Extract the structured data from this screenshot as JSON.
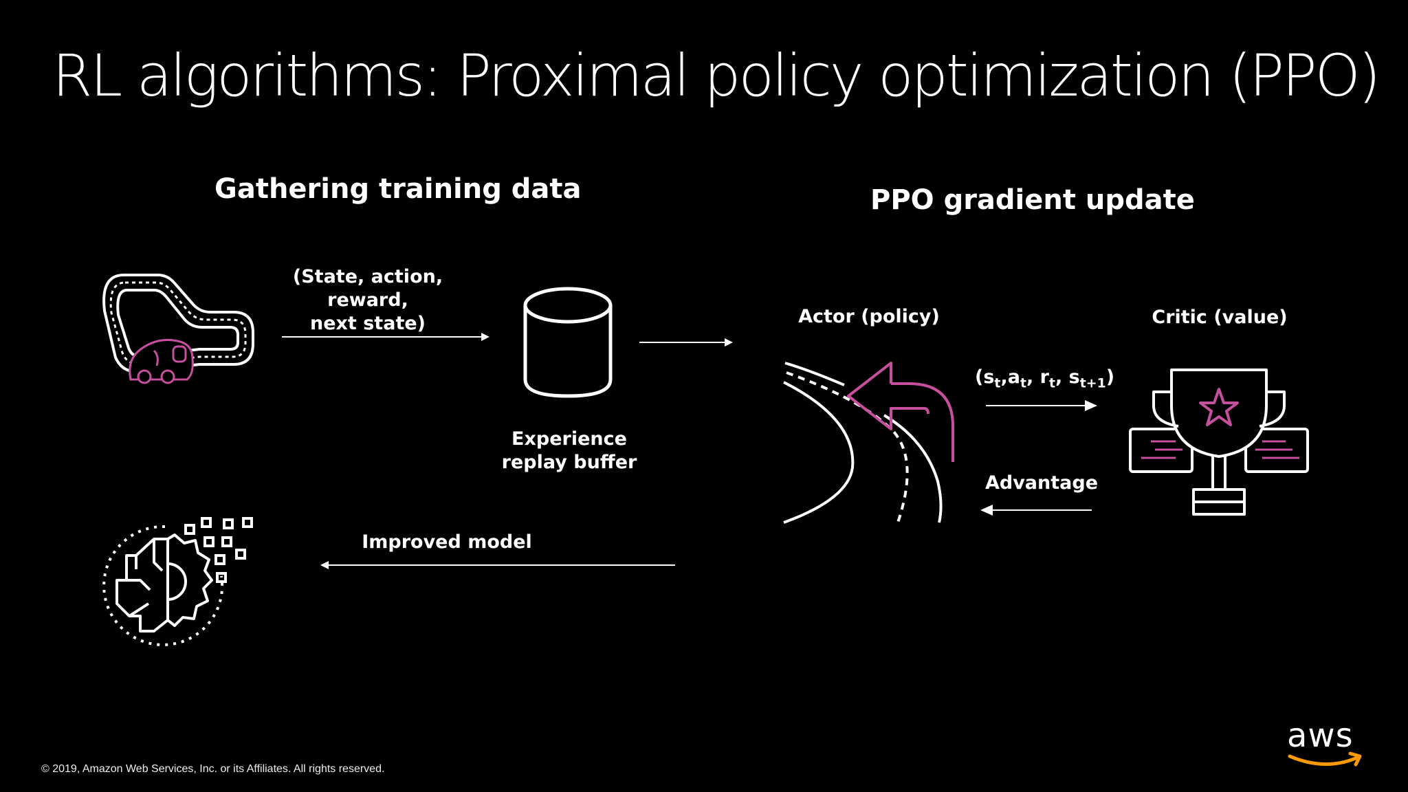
{
  "slide": {
    "title": "RL algorithms: Proximal policy optimization (PPO)",
    "copyright": "© 2019, Amazon Web Services, Inc. or its Affiliates. All rights reserved."
  },
  "left_panel": {
    "heading": "Gathering training data",
    "transition_label_line1": "(State, action, reward,",
    "transition_label_line2": "next state)",
    "buffer_label_line1": "Experience",
    "buffer_label_line2": "replay buffer",
    "improved_model_label": "Improved model"
  },
  "right_panel": {
    "heading": "PPO gradient update",
    "actor_label": "Actor (policy)",
    "critic_label": "Critic (value)",
    "tuple_label": {
      "open": "(s",
      "s_sub": "t",
      "a": ",a",
      "a_sub": "t",
      "r": ", r",
      "r_sub": "t",
      "s2": ", s",
      "s2_sub": "t+1",
      "close": ")"
    },
    "advantage_label": "Advantage"
  },
  "logo": {
    "text": "aws"
  },
  "colors": {
    "background": "#000000",
    "foreground": "#ffffff",
    "accent": "#c6509e",
    "aws_orange": "#ff9900"
  },
  "icons": [
    "race-track-car-icon",
    "database-cylinder-icon",
    "road-turn-arrow-icon",
    "trophy-icon",
    "brain-gear-icon"
  ]
}
